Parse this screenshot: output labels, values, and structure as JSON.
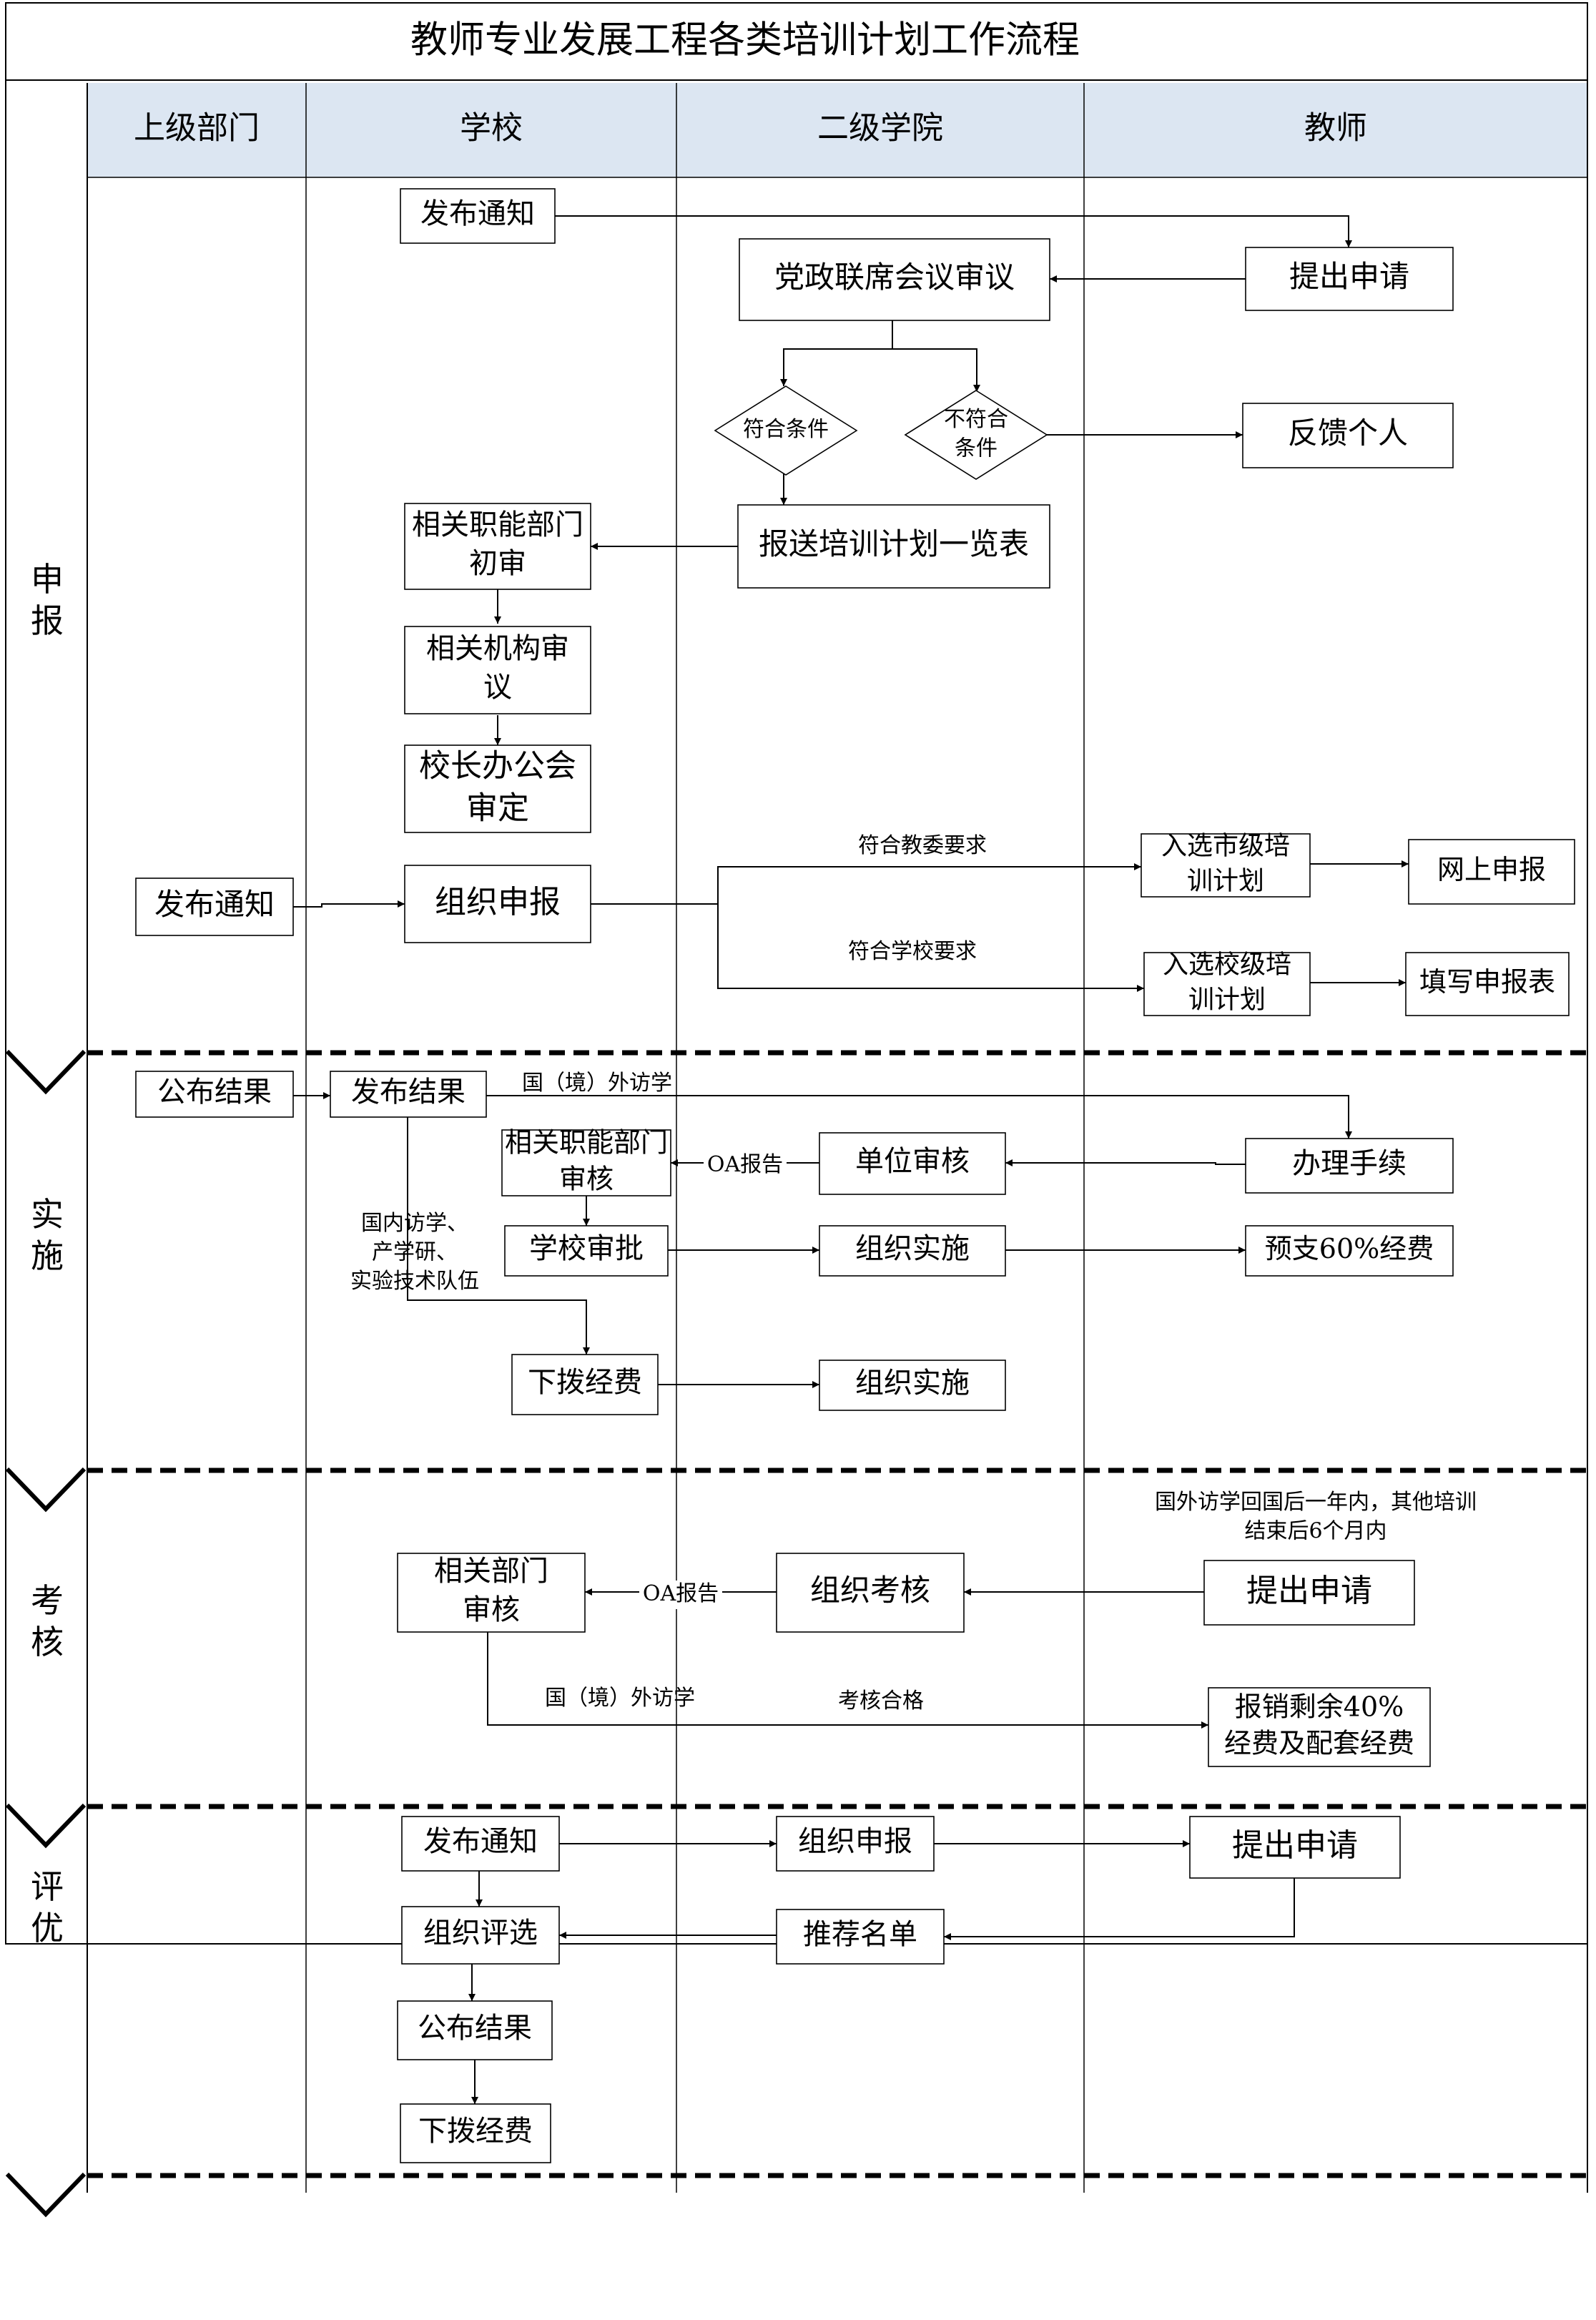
{
  "title": "教师专业发展工程各类培训计划工作流程",
  "lanes": [
    "上级部门",
    "学校",
    "二级学院",
    "教师"
  ],
  "phases": [
    "申报",
    "实施",
    "考核",
    "评优"
  ],
  "colors": {
    "header_fill": "#dce6f2",
    "line": "#000000",
    "background": "#ffffff"
  },
  "nodes": {
    "s_notice": "发布通知",
    "s_submit": "提出申请",
    "s_meeting": "党政联席会议审议",
    "s_ok": "符合条件",
    "s_not_ok": "不符合条件",
    "s_feedback": "反馈个人",
    "s_report": "报送培训计划一览表",
    "s_dept_review": "相关职能部门初审",
    "s_org_review": "相关机构审议",
    "s_president": "校长办公会审定",
    "s_up_notice": "发布通知",
    "s_organize": "组织申报",
    "s_city": "入选市级培训计划",
    "s_online": "网上申报",
    "s_school_plan": "入选校级培训计划",
    "s_fill_form": "填写申报表",
    "i_up_result": "公布结果",
    "i_result": "发布结果",
    "i_dept_review": "相关职能部门审核",
    "i_unit_review": "单位审核",
    "i_procedure": "办理手续",
    "i_approve": "学校审批",
    "i_implement": "组织实施",
    "i_advance": "预支60%经费",
    "i_allocate": "下拨经费",
    "i_implement2": "组织实施",
    "k_dept_review": "相关部门审核",
    "k_organize": "组织考核",
    "k_submit": "提出申请",
    "k_reimburse": "报销剩余40%经费及配套经费",
    "p_notice": "发布通知",
    "p_organize": "组织申报",
    "p_submit": "提出申请",
    "p_select": "组织评选",
    "p_recommend": "推荐名单",
    "p_result": "公布结果",
    "p_allocate": "下拨经费"
  },
  "edge_labels": {
    "city_req": "符合教委要求",
    "school_req": "符合学校要求",
    "abroad1": "国（境）外访学",
    "oa1": "OA报告",
    "domestic": "国内访学、产学研、实验技术队伍",
    "oa2": "OA报告",
    "deadline": "国外访学回国后一年内，其他培训结束后6个月内",
    "abroad2": "国（境）外访学",
    "passed": "考核合格"
  }
}
